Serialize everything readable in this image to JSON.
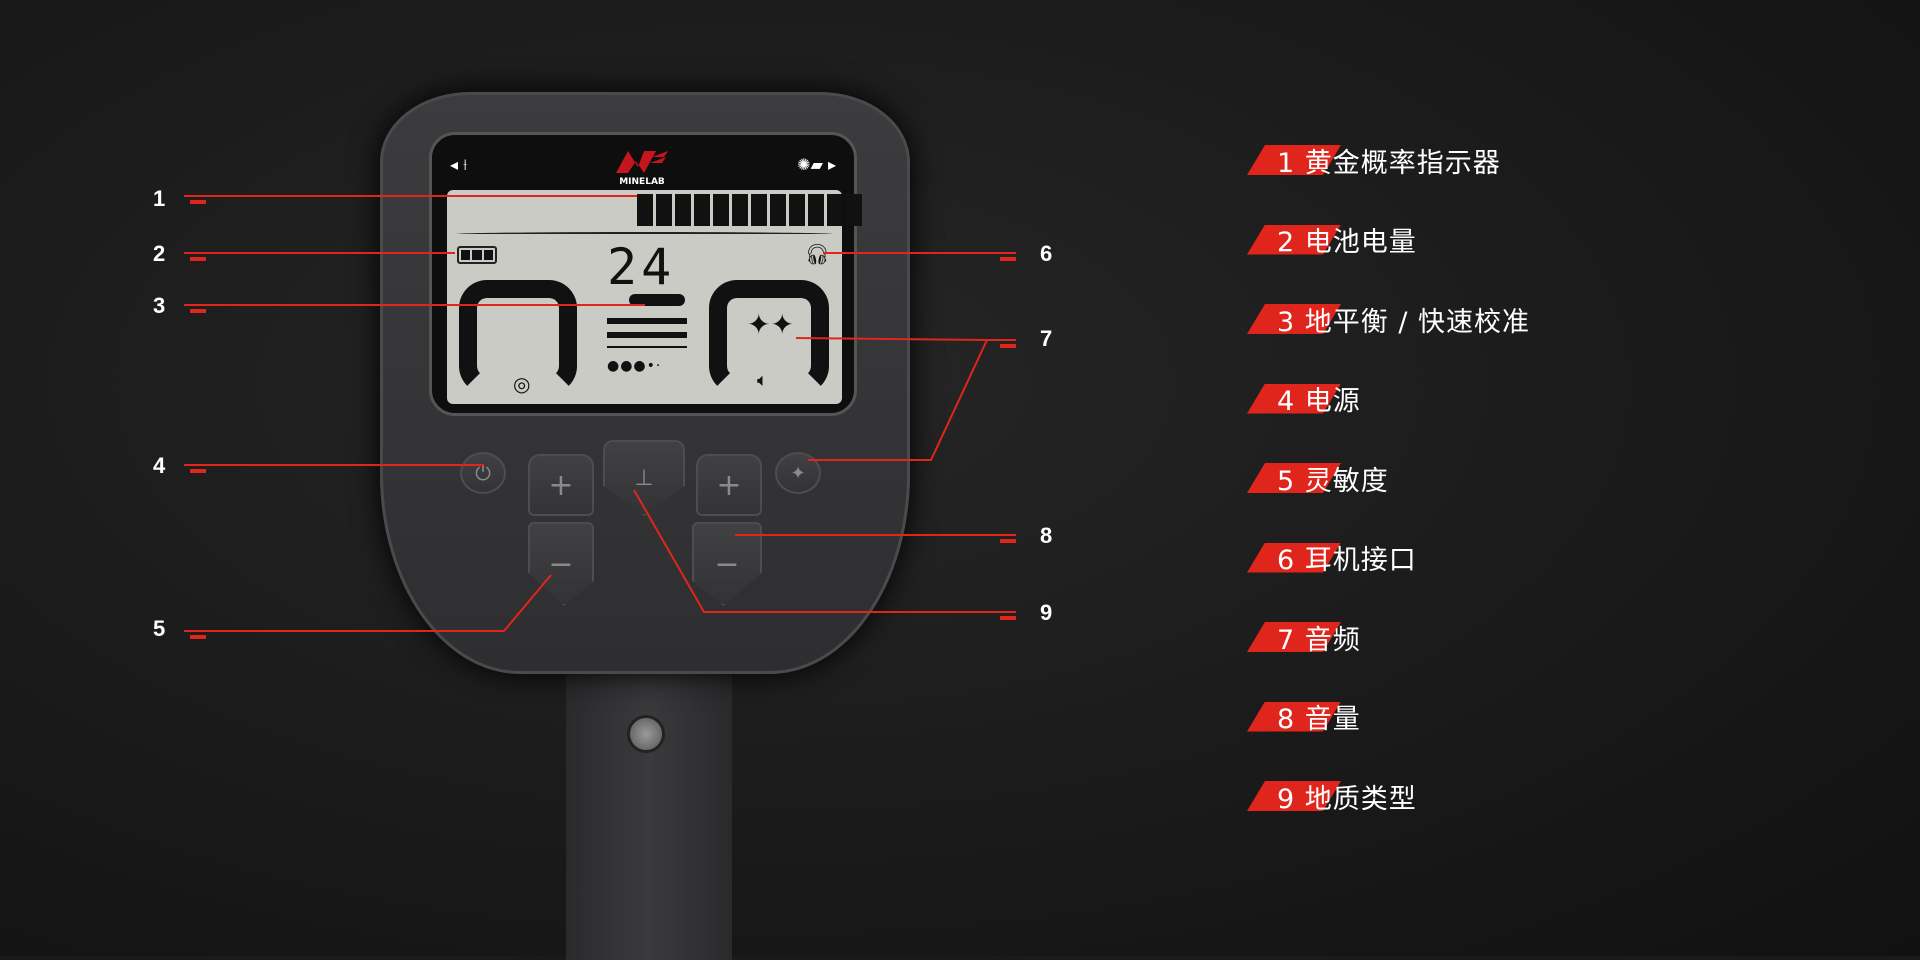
{
  "device": {
    "brand": "MINELAB",
    "depth_reading": "24",
    "gold_chance_segments": 12,
    "battery_bars": 3
  },
  "callouts": [
    {
      "num": "1",
      "label": "1 黄金概率指示器"
    },
    {
      "num": "2",
      "label": "2 电池电量"
    },
    {
      "num": "3",
      "label": "3 地平衡 / 快速校准"
    },
    {
      "num": "4",
      "label": "4 电源"
    },
    {
      "num": "5",
      "label": "5 灵敏度"
    },
    {
      "num": "6",
      "label": "6 耳机接口"
    },
    {
      "num": "7",
      "label": "7 音频"
    },
    {
      "num": "8",
      "label": "8 音量"
    },
    {
      "num": "9",
      "label": "9 地质类型"
    }
  ],
  "buttons": {
    "plus": "+",
    "minus": "−"
  },
  "colors": {
    "accent": "#e0251c",
    "lcd": "#c9cbc4"
  }
}
